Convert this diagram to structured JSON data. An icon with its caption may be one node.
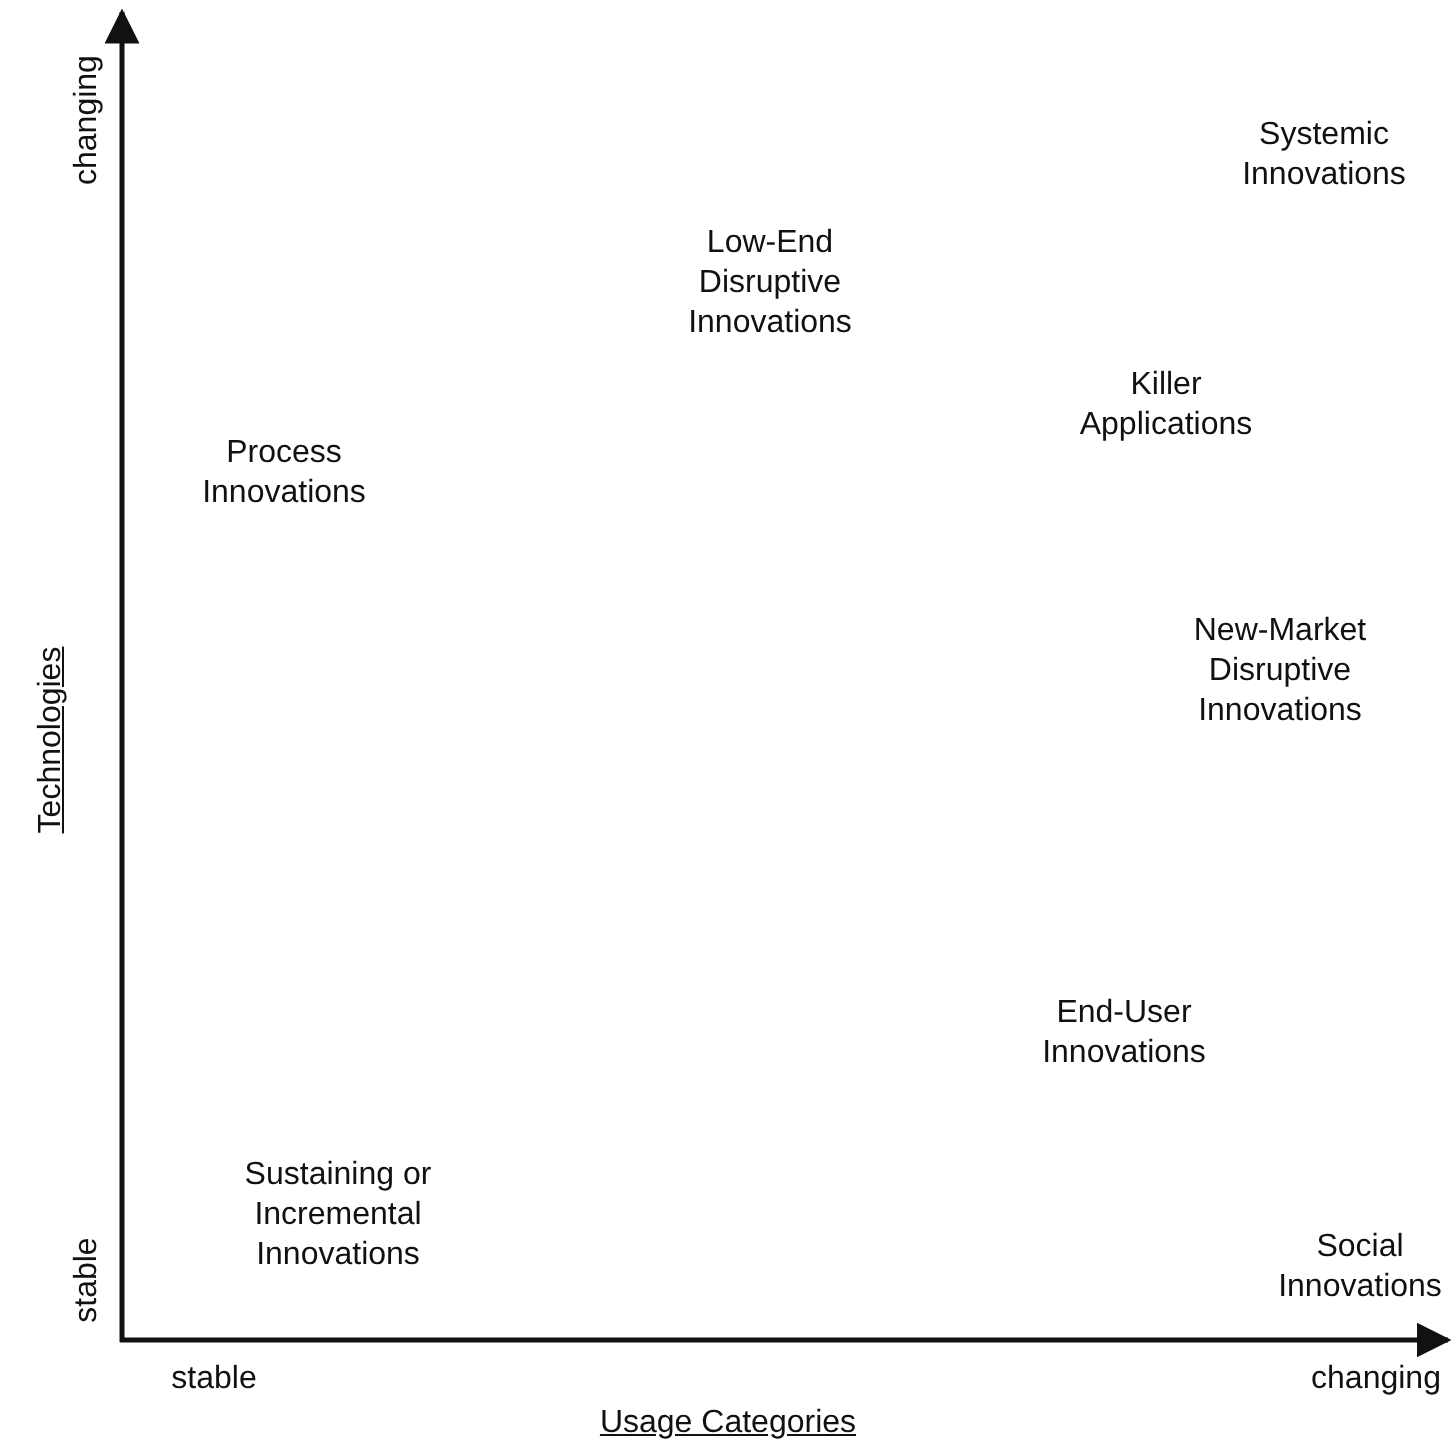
{
  "diagram": {
    "labels": [
      "changing",
      "Systemic Innovations",
      "Low-End Disruptive Innovations",
      "Killer Applications",
      "Process Innovations",
      "Technologies",
      "New-Market Disruptive Innovations",
      "End-User Innovations",
      "Sustaining or Incremental Innovations",
      "stable",
      "Social Innovations",
      "stable",
      "changing",
      "Usage Categories"
    ]
  }
}
